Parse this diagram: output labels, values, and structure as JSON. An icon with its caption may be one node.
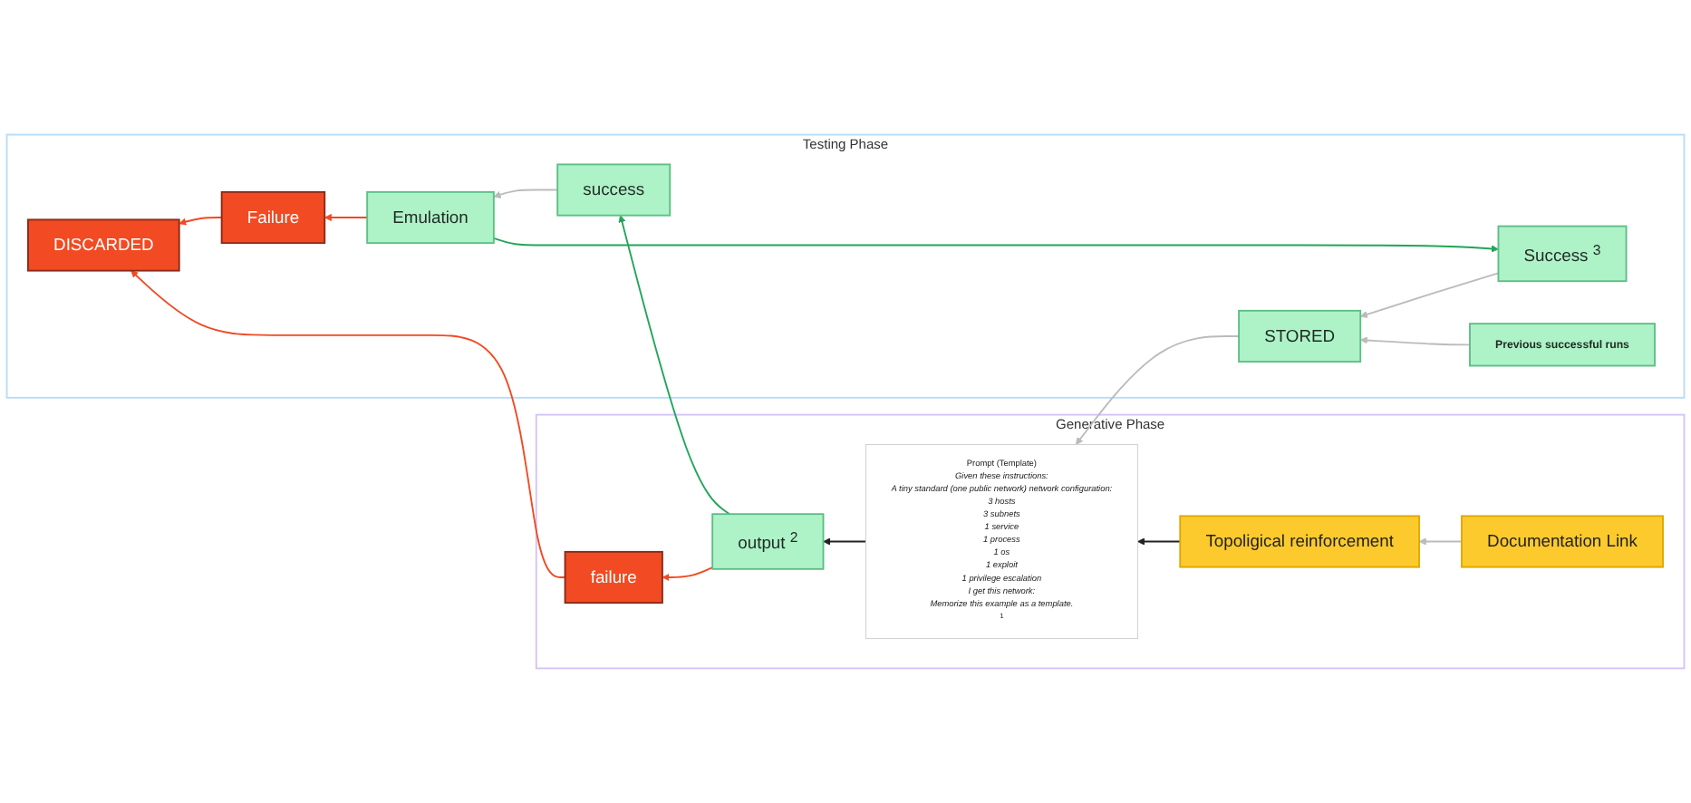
{
  "diagram": {
    "nodes": [
      {
        "text": [
          "Testing Phase"
        ]
      },
      {
        "text": [
          "Success",
          "3"
        ],
        "in": 0
      },
      {
        "text": [
          "STORED"
        ],
        "in": 0
      },
      {
        "text": [
          "Emulation"
        ],
        "in": 0
      },
      {
        "text": [
          "Previous successful runs"
        ],
        "in": 0
      },
      {
        "text": [
          "Failure"
        ],
        "in": 0
      },
      {
        "text": [
          "success"
        ],
        "in": 0
      },
      {
        "text": [
          "DISCARDED"
        ],
        "in": 0
      },
      {
        "text": [
          "Generative Phase"
        ]
      },
      {
        "text": [
          "Prompt (Template)",
          "Given these instructions:",
          "A tiny standard (one public network) network configuration:",
          "3 hosts",
          "3 subnets",
          "1 service",
          "1 process",
          "1 os",
          "1 exploit",
          "1 privilege escalation",
          "I get this network:",
          "Memorize this example as a template.",
          "1"
        ],
        "in": 8
      },
      {
        "text": [
          "output",
          "2"
        ],
        "in": 8
      },
      {
        "text": [
          "failure"
        ],
        "in": 8
      },
      {
        "text": [
          "Topoligical reinforcement"
        ],
        "in": 8
      },
      {
        "text": [
          "Documentation Link"
        ],
        "in": 8
      }
    ],
    "edges": [
      {
        "from": 1,
        "to": 2,
        "arrow": "to"
      },
      {
        "from": 3,
        "to": 1,
        "arrow": "to",
        "color": "#22a55a"
      },
      {
        "from": 3,
        "to": 5,
        "arrow": "to",
        "color": "#f04a23"
      },
      {
        "from": 4,
        "to": 2,
        "arrow": "to"
      },
      {
        "from": 6,
        "to": 3,
        "arrow": "to"
      },
      {
        "from": 5,
        "to": 7,
        "arrow": "to",
        "color": "#f04a23"
      },
      {
        "from": 2,
        "to": 9,
        "arrow": "to"
      },
      {
        "from": 9,
        "to": 10,
        "arrow": "to",
        "color": "#222222"
      },
      {
        "from": 10,
        "to": 6,
        "arrow": "to",
        "color": "#22a55a"
      },
      {
        "from": 10,
        "to": 11,
        "arrow": "to",
        "color": "#f04a23"
      },
      {
        "from": 11,
        "to": 7,
        "arrow": "to",
        "color": "#f04a23"
      },
      {
        "from": 12,
        "to": 9,
        "arrow": "to",
        "color": "#222222"
      },
      {
        "from": 13,
        "to": 12,
        "arrow": "to"
      }
    ]
  }
}
